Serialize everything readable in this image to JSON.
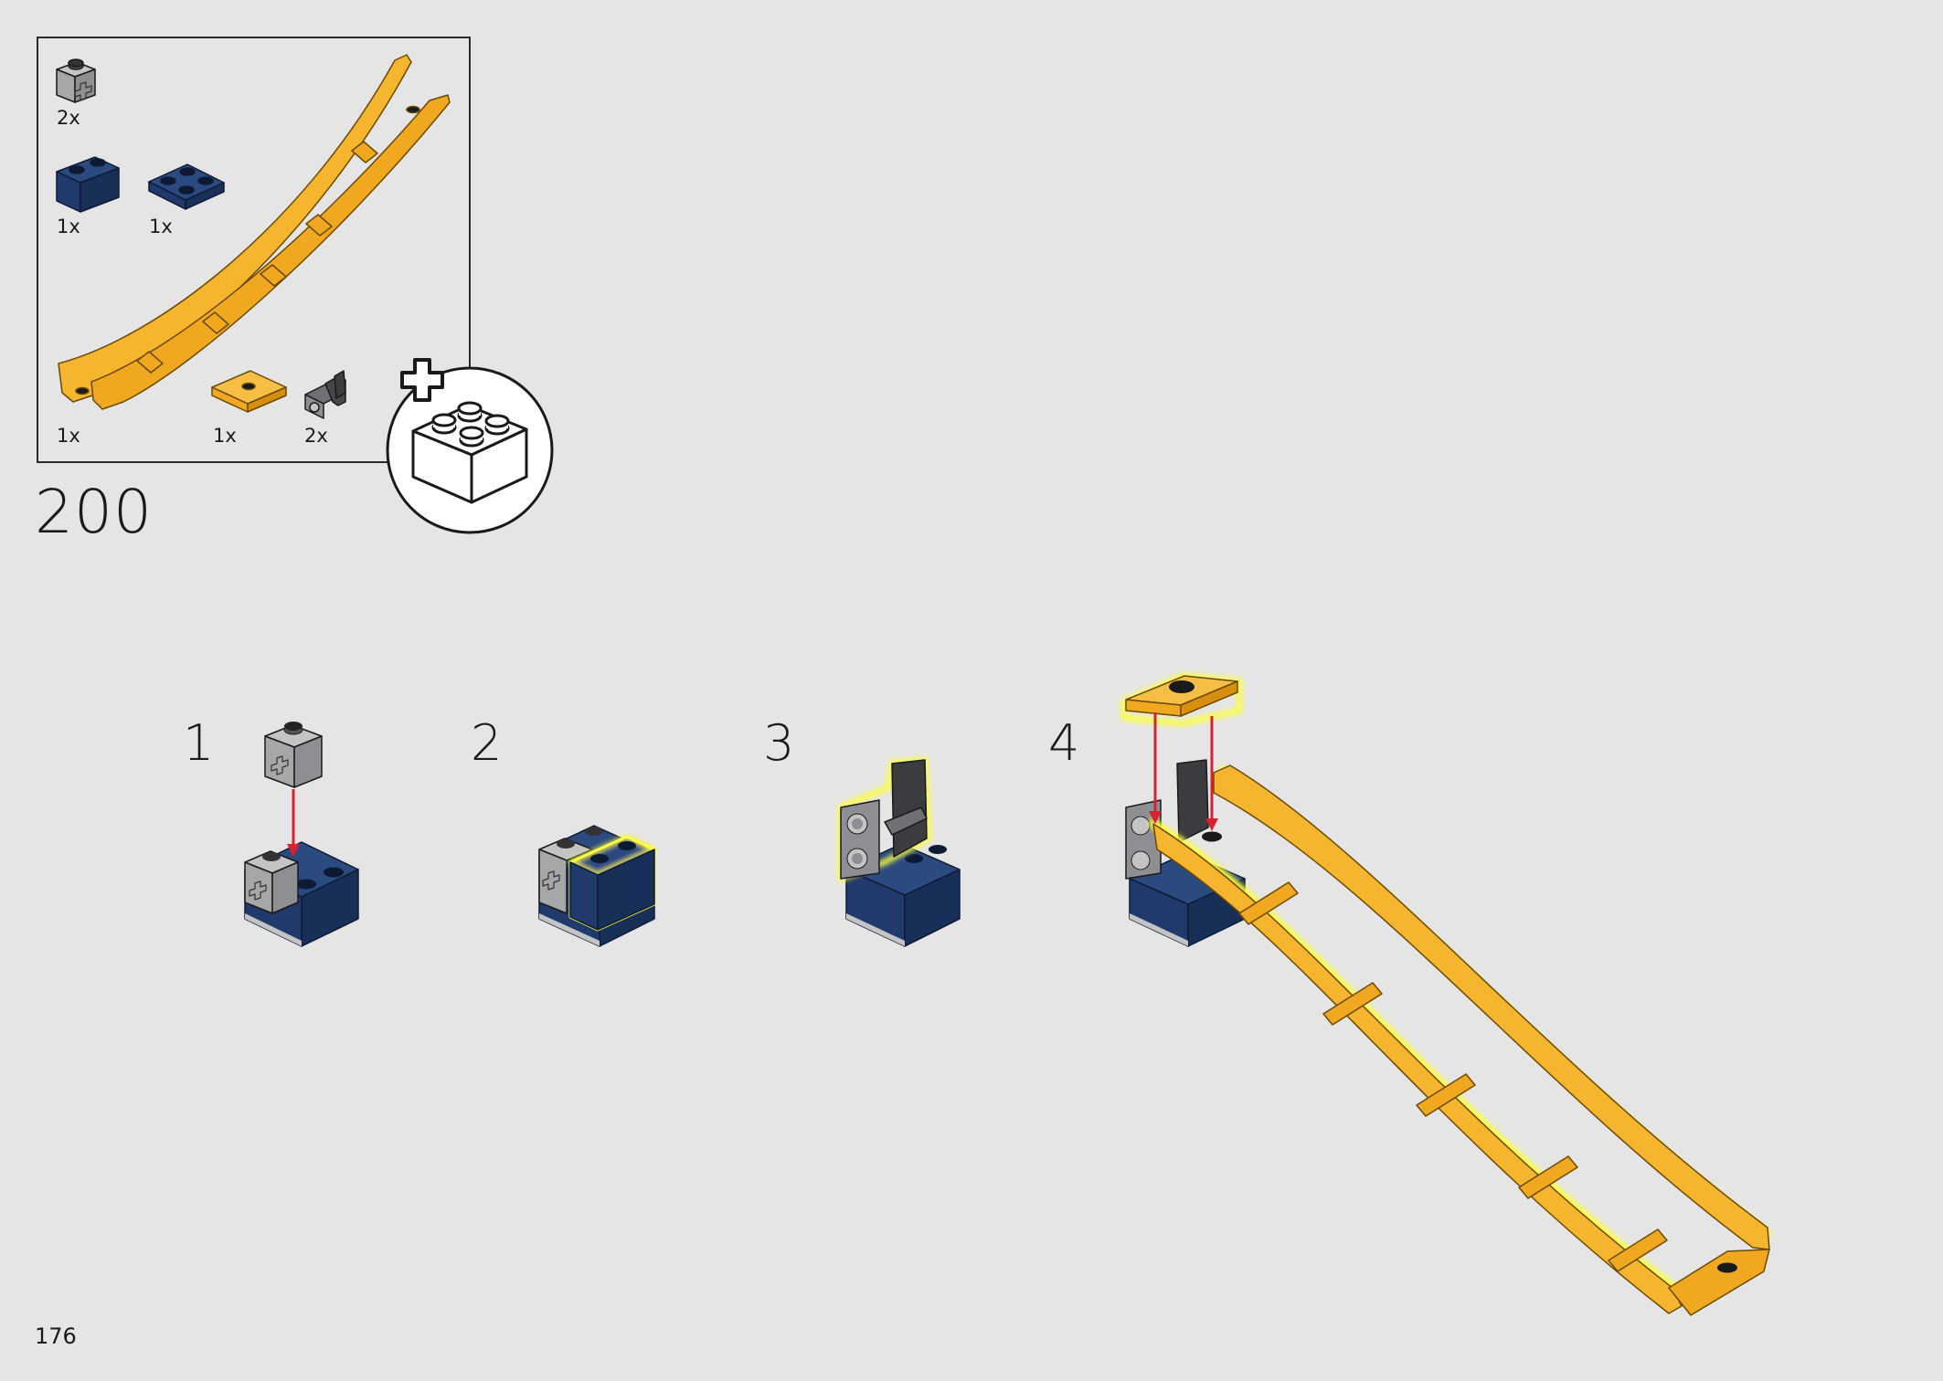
{
  "parts_list": {
    "items": [
      {
        "name": "light-gray-technic-brick-1x1-axle-hole",
        "qty": "2x",
        "color": "#a6a7a9"
      },
      {
        "name": "dark-blue-brick-1x2",
        "qty": "1x",
        "color": "#1f3a6b"
      },
      {
        "name": "dark-blue-plate-2x2",
        "qty": "1x",
        "color": "#1f3a6b"
      },
      {
        "name": "bright-light-orange-curved-rail",
        "qty": "1x",
        "color": "#f5b52e"
      },
      {
        "name": "bright-light-orange-tile-2x2-center-stud",
        "qty": "1x",
        "color": "#f5b52e"
      },
      {
        "name": "dark-gray-bracket",
        "qty": "2x",
        "color": "#5a5c60"
      }
    ],
    "add_icon": "plus-brick-icon"
  },
  "step": {
    "number": "200",
    "substeps": [
      "1",
      "2",
      "3",
      "4"
    ]
  },
  "highlight_color": "#ffff3a",
  "arrow_color": "#d42432",
  "page_number": "176"
}
